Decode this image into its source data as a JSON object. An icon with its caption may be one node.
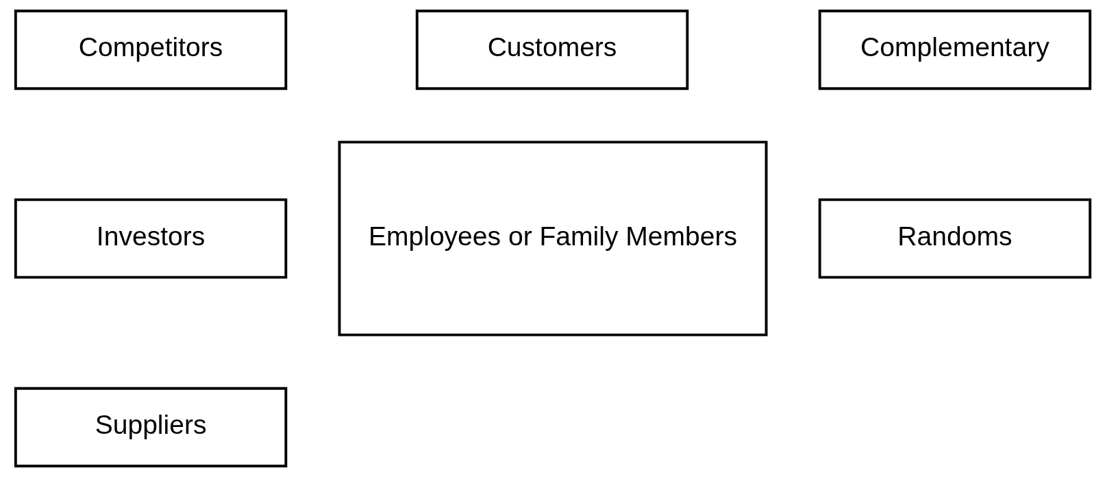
{
  "diagram": {
    "nodes": [
      {
        "text": [
          "Customers"
        ]
      },
      {
        "text": [
          "Competitors"
        ]
      },
      {
        "text": [
          "Complementary"
        ]
      },
      {
        "text": [
          "Employees or Family Members"
        ]
      },
      {
        "text": [
          "Investors"
        ]
      },
      {
        "text": [
          "Randoms"
        ]
      },
      {
        "text": [
          "Suppliers"
        ]
      }
    ],
    "edges": []
  }
}
